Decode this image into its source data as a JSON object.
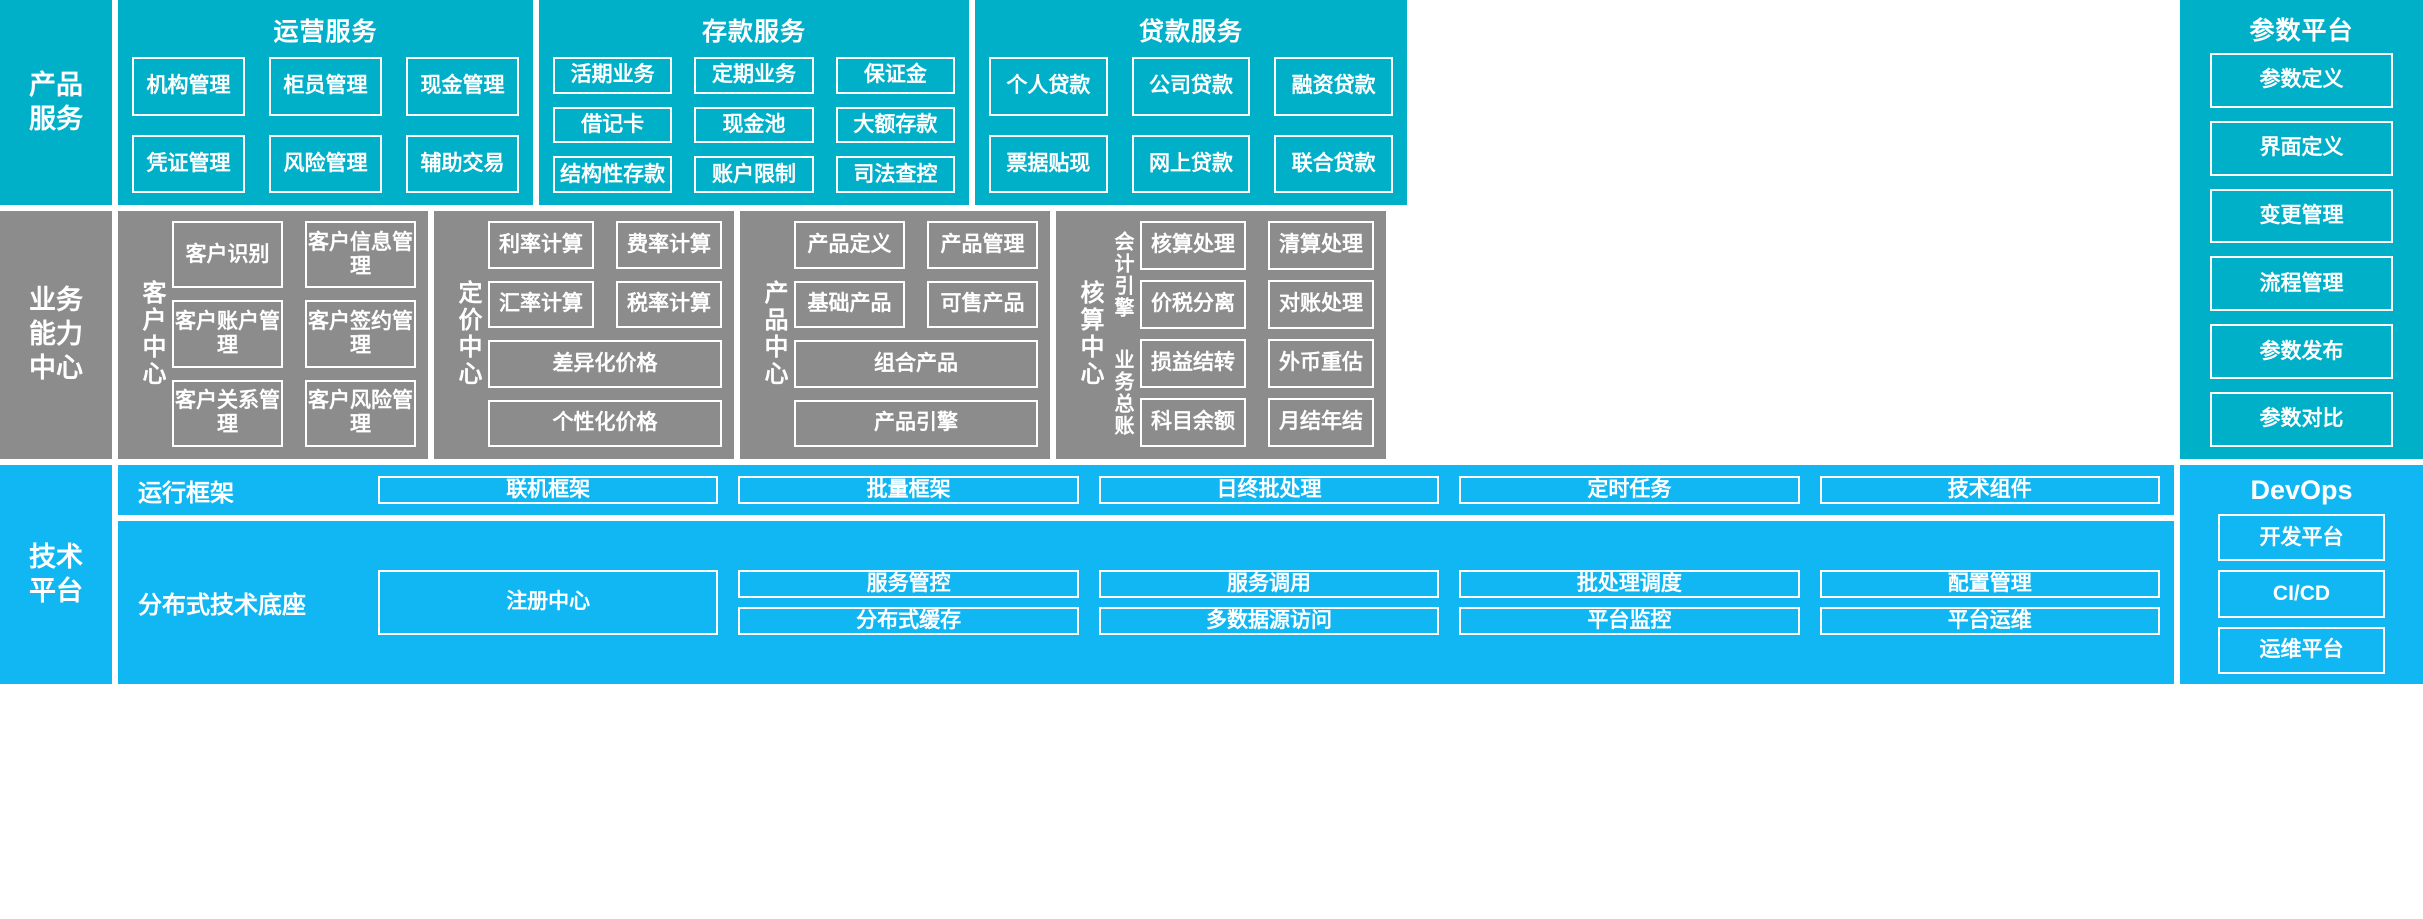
{
  "bands": {
    "product_services": "产品\n服务",
    "business_capability": "业务\n能力\n中心",
    "technology_platform": "技术\n平台"
  },
  "product_services": {
    "operation": {
      "title": "运营服务",
      "items": [
        "机构管理",
        "柜员管理",
        "现金管理",
        "凭证管理",
        "风险管理",
        "辅助交易"
      ]
    },
    "deposit": {
      "title": "存款服务",
      "items": [
        "活期业务",
        "定期业务",
        "保证金",
        "借记卡",
        "现金池",
        "大额存款",
        "结构性存款",
        "账户限制",
        "司法查控"
      ]
    },
    "loan": {
      "title": "贷款服务",
      "items": [
        "个人贷款",
        "公司贷款",
        "融资贷款",
        "票据贴现",
        "网上贷款",
        "联合贷款"
      ]
    }
  },
  "parameter_platform": {
    "title": "参数平台",
    "items": [
      "参数定义",
      "界面定义",
      "变更管理",
      "流程管理",
      "参数发布",
      "参数对比"
    ]
  },
  "business_capability": {
    "customer": {
      "label": "客户中心",
      "items": [
        "客户识别",
        "客户信息管理",
        "客户账户管理",
        "客户签约管理",
        "客户关系管理",
        "客户风险管理"
      ]
    },
    "pricing": {
      "label": "定价中心",
      "items": [
        "利率计算",
        "费率计算",
        "汇率计算",
        "税率计算",
        "差异化价格",
        "个性化价格"
      ]
    },
    "product": {
      "label": "产品中心",
      "items": [
        "产品定义",
        "产品管理",
        "基础产品",
        "可售产品",
        "组合产品",
        "产品引擎"
      ]
    },
    "accounting": {
      "label": "核算中心",
      "sub_engine_label": "会计引擎",
      "sub_ledger_label": "业务总账",
      "engine_items": [
        "核算处理",
        "清算处理",
        "价税分离",
        "对账处理"
      ],
      "ledger_items": [
        "损益结转",
        "外币重估",
        "科目余额",
        "月结年结"
      ]
    }
  },
  "technology_platform": {
    "runtime": {
      "label": "运行框架",
      "items": [
        "联机框架",
        "批量框架",
        "日终批处理",
        "定时任务",
        "技术组件"
      ]
    },
    "foundation": {
      "label": "分布式技术底座",
      "registry": "注册中心",
      "items": [
        "服务管控",
        "服务调用",
        "批处理调度",
        "配置管理",
        "分布式缓存",
        "多数据源访问",
        "平台监控",
        "平台运维"
      ]
    }
  },
  "devops": {
    "title": "DevOps",
    "items": [
      "开发平台",
      "CI/CD",
      "运维平台"
    ]
  },
  "colors": {
    "teal": "#00AFC8",
    "gray": "#8C8C8C",
    "blue": "#11B7F3",
    "white": "#FFFFFF"
  }
}
